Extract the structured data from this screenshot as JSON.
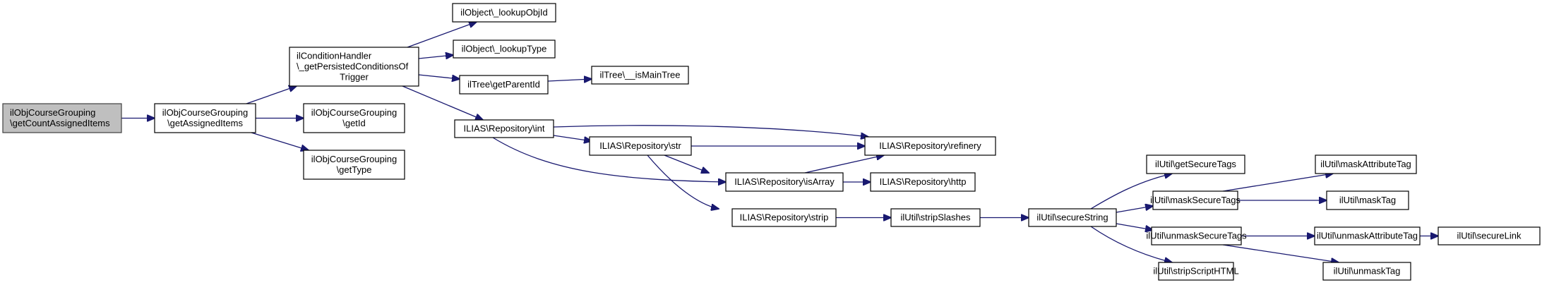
{
  "diagram": {
    "type": "call-graph",
    "colors": {
      "edge": "#191970",
      "root_fill": "#bfbfbf",
      "node_fill": "#ffffff",
      "node_border": "#000000"
    },
    "nodes": [
      {
        "id": "getCountAssignedItems",
        "lines": [
          "ilObjCourseGrouping",
          "\\getCountAssignedItems"
        ],
        "root": true,
        "align": "left"
      },
      {
        "id": "getAssignedItems",
        "lines": [
          "ilObjCourseGrouping",
          "\\getAssignedItems"
        ]
      },
      {
        "id": "getPersistedConditionsOfTrigger",
        "lines": [
          "ilConditionHandler",
          "\\_getPersistedConditionsOf",
          "Trigger"
        ],
        "align": "mixed"
      },
      {
        "id": "getId",
        "lines": [
          "ilObjCourseGrouping",
          "\\getId"
        ]
      },
      {
        "id": "getType",
        "lines": [
          "ilObjCourseGrouping",
          "\\getType"
        ]
      },
      {
        "id": "lookupObjId",
        "lines": [
          "ilObject\\_lookupObjId"
        ]
      },
      {
        "id": "lookupType",
        "lines": [
          "ilObject\\_lookupType"
        ]
      },
      {
        "id": "getParentId",
        "lines": [
          "ilTree\\getParentId"
        ]
      },
      {
        "id": "isMainTree",
        "lines": [
          "ilTree\\__isMainTree"
        ]
      },
      {
        "id": "repoInt",
        "lines": [
          "ILIAS\\Repository\\int"
        ]
      },
      {
        "id": "repoStr",
        "lines": [
          "ILIAS\\Repository\\str"
        ]
      },
      {
        "id": "repoRefinery",
        "lines": [
          "ILIAS\\Repository\\refinery"
        ]
      },
      {
        "id": "repoIsArray",
        "lines": [
          "ILIAS\\Repository\\isArray"
        ]
      },
      {
        "id": "repoHttp",
        "lines": [
          "ILIAS\\Repository\\http"
        ]
      },
      {
        "id": "repoStrip",
        "lines": [
          "ILIAS\\Repository\\strip"
        ]
      },
      {
        "id": "stripSlashes",
        "lines": [
          "ilUtil\\stripSlashes"
        ]
      },
      {
        "id": "secureString",
        "lines": [
          "ilUtil\\secureString"
        ]
      },
      {
        "id": "getSecureTags",
        "lines": [
          "ilUtil\\getSecureTags"
        ]
      },
      {
        "id": "maskSecureTags",
        "lines": [
          "ilUtil\\maskSecureTags"
        ]
      },
      {
        "id": "unmaskSecureTags",
        "lines": [
          "ilUtil\\unmaskSecureTags"
        ]
      },
      {
        "id": "stripScriptHTML",
        "lines": [
          "ilUtil\\stripScriptHTML"
        ]
      },
      {
        "id": "maskAttributeTag",
        "lines": [
          "ilUtil\\maskAttributeTag"
        ]
      },
      {
        "id": "maskTag",
        "lines": [
          "ilUtil\\maskTag"
        ]
      },
      {
        "id": "unmaskAttributeTag",
        "lines": [
          "ilUtil\\unmaskAttributeTag"
        ]
      },
      {
        "id": "secureLink",
        "lines": [
          "ilUtil\\secureLink"
        ]
      },
      {
        "id": "unmaskTag",
        "lines": [
          "ilUtil\\unmaskTag"
        ]
      }
    ],
    "edges": [
      {
        "from": "getCountAssignedItems",
        "to": "getAssignedItems"
      },
      {
        "from": "getAssignedItems",
        "to": "getPersistedConditionsOfTrigger"
      },
      {
        "from": "getAssignedItems",
        "to": "getId"
      },
      {
        "from": "getAssignedItems",
        "to": "getType"
      },
      {
        "from": "getPersistedConditionsOfTrigger",
        "to": "lookupObjId"
      },
      {
        "from": "getPersistedConditionsOfTrigger",
        "to": "lookupType"
      },
      {
        "from": "getPersistedConditionsOfTrigger",
        "to": "getParentId"
      },
      {
        "from": "getPersistedConditionsOfTrigger",
        "to": "repoInt"
      },
      {
        "from": "getParentId",
        "to": "isMainTree"
      },
      {
        "from": "repoInt",
        "to": "repoRefinery"
      },
      {
        "from": "repoInt",
        "to": "repoStr"
      },
      {
        "from": "repoInt",
        "to": "repoIsArray"
      },
      {
        "from": "repoStr",
        "to": "repoRefinery"
      },
      {
        "from": "repoStr",
        "to": "repoIsArray"
      },
      {
        "from": "repoStr",
        "to": "repoStrip"
      },
      {
        "from": "repoIsArray",
        "to": "repoRefinery"
      },
      {
        "from": "repoIsArray",
        "to": "repoHttp"
      },
      {
        "from": "repoStrip",
        "to": "stripSlashes"
      },
      {
        "from": "stripSlashes",
        "to": "secureString"
      },
      {
        "from": "secureString",
        "to": "getSecureTags"
      },
      {
        "from": "secureString",
        "to": "maskSecureTags"
      },
      {
        "from": "secureString",
        "to": "unmaskSecureTags"
      },
      {
        "from": "secureString",
        "to": "stripScriptHTML"
      },
      {
        "from": "maskSecureTags",
        "to": "maskAttributeTag"
      },
      {
        "from": "maskSecureTags",
        "to": "maskTag"
      },
      {
        "from": "unmaskSecureTags",
        "to": "unmaskAttributeTag"
      },
      {
        "from": "unmaskSecureTags",
        "to": "unmaskTag"
      },
      {
        "from": "unmaskAttributeTag",
        "to": "secureLink"
      }
    ]
  }
}
